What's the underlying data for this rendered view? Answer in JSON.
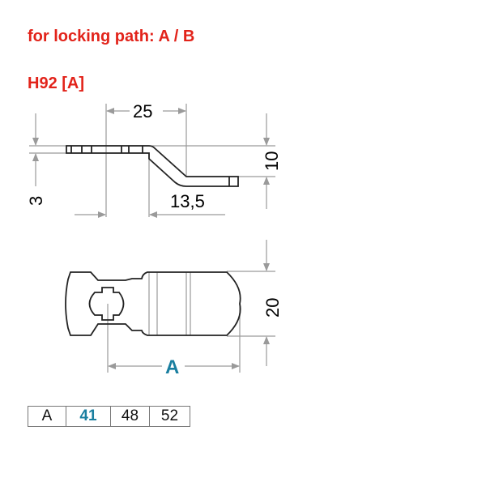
{
  "header": {
    "title": "for locking path: A / B",
    "model": "H92 [A]"
  },
  "side_view": {
    "dim_length": "25",
    "dim_offset": "13,5",
    "dim_thickness": "3",
    "dim_height": "10"
  },
  "top_view": {
    "dim_width": "20",
    "dim_a": "A"
  },
  "colors": {
    "heading": "#e2231a",
    "highlight": "#1a7fa0",
    "dimension_line": "#9a9a9a",
    "outline": "#222222"
  },
  "spec_table": {
    "cells": [
      "A",
      "41",
      "48",
      "52"
    ],
    "highlighted_index": 1
  }
}
